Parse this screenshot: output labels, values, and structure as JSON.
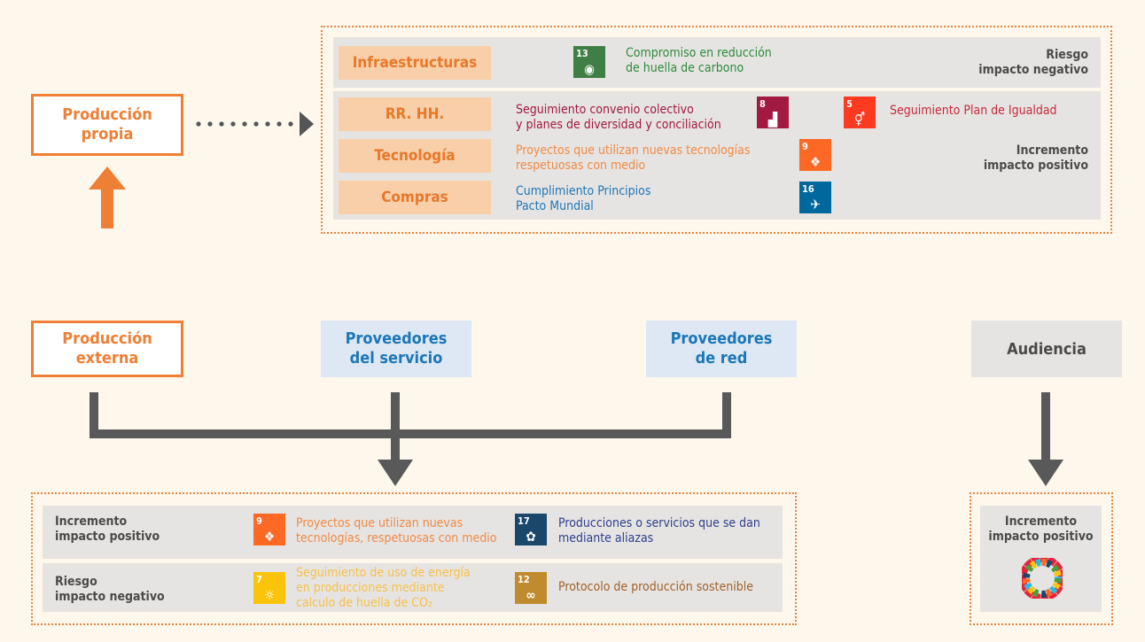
{
  "top": {
    "production_own": "Producción\npropia",
    "rows": {
      "infra": {
        "tag": "Infraestructuras",
        "text": "Compromiso en reducción\nde huella de carbono",
        "sdg": "13"
      },
      "rrhh": {
        "tag": "RR. HH.",
        "text1": "Seguimiento convenio colectivo\ny planes de diversidad y conciliación",
        "sdg1": "8",
        "text2": "Seguimiento Plan de Igualdad",
        "sdg2": "5"
      },
      "tech": {
        "tag": "Tecnología",
        "text": "Proyectos que utilizan nuevas tecnologías\nrespetuosas con medio",
        "sdg": "9"
      },
      "compras": {
        "tag": "Compras",
        "text": "Cumplimiento Principios\nPacto Mundial",
        "sdg": "16"
      }
    },
    "risk_label": "Riesgo\nimpacto negativo",
    "increase_label": "Incremento\nimpacto positivo"
  },
  "middle": {
    "production_external": "Producción\nexterna",
    "service_providers": "Proveedores\ndel servicio",
    "network_providers": "Proveedores\nde red",
    "audience": "Audiencia"
  },
  "bottom_left": {
    "row1": {
      "label": "Incremento\nimpacto positivo",
      "text1": "Proyectos que utilizan nuevas\ntecnologías, respetuosas con medio",
      "sdg1": "9",
      "text2": "Producciones o servicios que se dan\nmediante aliazas",
      "sdg2": "17"
    },
    "row2": {
      "label": "Riesgo\nimpacto negativo",
      "text1": "Seguimiento de uso de energía\nen producciones mediante\ncalculo de huella de CO₂",
      "sdg1": "7",
      "text2": "Protocolo de producción sostenible",
      "sdg2": "12"
    }
  },
  "bottom_right": {
    "label": "Incremento\nimpacto positivo"
  },
  "colors": {
    "orange": "#ef7f34",
    "blue": "#1c77b8",
    "green": "#2e8b3e",
    "red": "#c8283a",
    "sdg13": "#3f7e44",
    "sdg8": "#a21942",
    "sdg5": "#ff3a21",
    "sdg9": "#fd6925",
    "sdg16": "#00689d",
    "sdg17": "#19486a",
    "sdg7": "#fcc30b",
    "sdg12": "#bf8b2e"
  }
}
